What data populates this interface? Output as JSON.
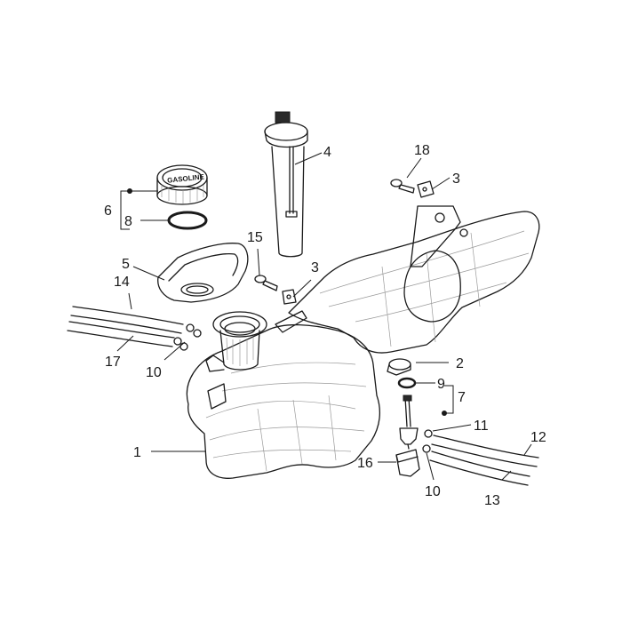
{
  "cap_text": "GASOLINE",
  "callouts": [
    {
      "id": "c1",
      "label": "1"
    },
    {
      "id": "c2",
      "label": "2"
    },
    {
      "id": "c3a",
      "label": "3"
    },
    {
      "id": "c3b",
      "label": "3"
    },
    {
      "id": "c4",
      "label": "4"
    },
    {
      "id": "c5",
      "label": "5"
    },
    {
      "id": "c6",
      "label": "6"
    },
    {
      "id": "c7",
      "label": "7"
    },
    {
      "id": "c8",
      "label": "8"
    },
    {
      "id": "c9",
      "label": "9"
    },
    {
      "id": "c10a",
      "label": "10"
    },
    {
      "id": "c10b",
      "label": "10"
    },
    {
      "id": "c11",
      "label": "11"
    },
    {
      "id": "c12",
      "label": "12"
    },
    {
      "id": "c13",
      "label": "13"
    },
    {
      "id": "c14",
      "label": "14"
    },
    {
      "id": "c15",
      "label": "15"
    },
    {
      "id": "c16",
      "label": "16"
    },
    {
      "id": "c17",
      "label": "17"
    },
    {
      "id": "c18",
      "label": "18"
    }
  ]
}
